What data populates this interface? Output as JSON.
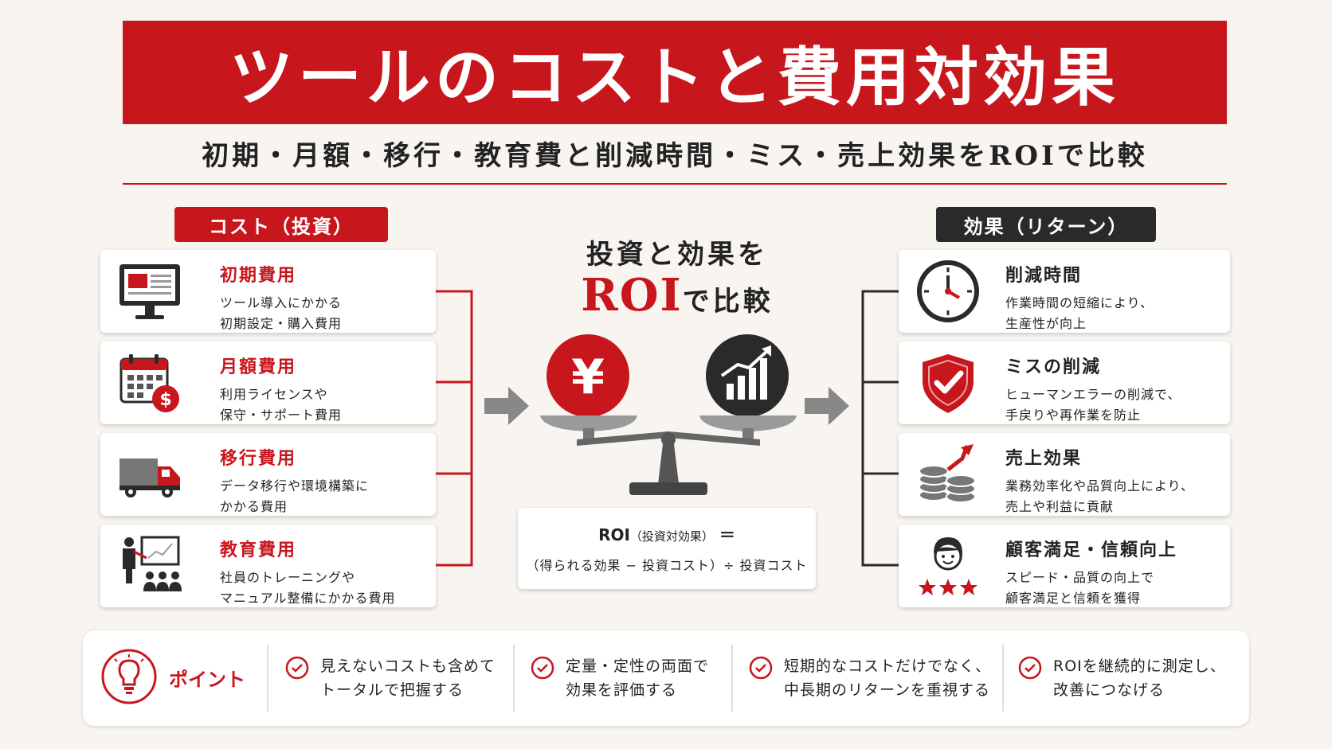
{
  "header": {
    "title": "ツールのコストと費用対効果",
    "subtitle": "初期・月額・移行・教育費と削減時間・ミス・売上効果をROIで比較"
  },
  "colors": {
    "accent": "#c8161d",
    "dark": "#2a2a2a",
    "background": "#f8f5f1"
  },
  "cost": {
    "label": "コスト（投資）",
    "items": [
      {
        "title": "初期費用",
        "lines": [
          "ツール導入にかかる",
          "初期設定・購入費用"
        ],
        "icon": "monitor-icon"
      },
      {
        "title": "月額費用",
        "lines": [
          "利用ライセンスや",
          "保守・サポート費用"
        ],
        "icon": "calendar-dollar-icon"
      },
      {
        "title": "移行費用",
        "lines": [
          "データ移行や環境構築に",
          "かかる費用"
        ],
        "icon": "truck-icon"
      },
      {
        "title": "教育費用",
        "lines": [
          "社員のトレーニングや",
          "マニュアル整備にかかる費用"
        ],
        "icon": "training-icon"
      }
    ]
  },
  "effect": {
    "label": "効果（リターン）",
    "items": [
      {
        "title": "削減時間",
        "lines": [
          "作業時間の短縮により、",
          "生産性が向上"
        ],
        "icon": "clock-icon"
      },
      {
        "title": "ミスの削減",
        "lines": [
          "ヒューマンエラーの削減で、",
          "手戻りや再作業を防止"
        ],
        "icon": "shield-check-icon"
      },
      {
        "title": "売上効果",
        "lines": [
          "業務効率化や品質向上により、",
          "売上や利益に貢献"
        ],
        "icon": "coins-growth-icon"
      },
      {
        "title": "顧客満足・信頼向上",
        "lines": [
          "スピード・品質の向上で",
          "顧客満足と信頼を獲得"
        ],
        "icon": "customer-stars-icon"
      }
    ]
  },
  "center": {
    "heading1": "投資と効果を",
    "heading_roi": "ROI",
    "heading2": "で比較",
    "yen_symbol": "¥",
    "formula_roi": "ROI",
    "formula_paren": "（投資対効果）",
    "formula_eq": "＝",
    "formula_expr": "（得られる効果 − 投資コスト）÷ 投資コスト"
  },
  "points": {
    "label": "ポイント",
    "items": [
      {
        "lines": [
          "見えないコストも含めて",
          "トータルで把握する"
        ]
      },
      {
        "lines": [
          "定量・定性の両面で",
          "効果を評価する"
        ]
      },
      {
        "lines": [
          "短期的なコストだけでなく、",
          "中長期のリターンを重視する"
        ]
      },
      {
        "lines": [
          "ROIを継続的に測定し、",
          "改善につなげる"
        ]
      }
    ]
  }
}
